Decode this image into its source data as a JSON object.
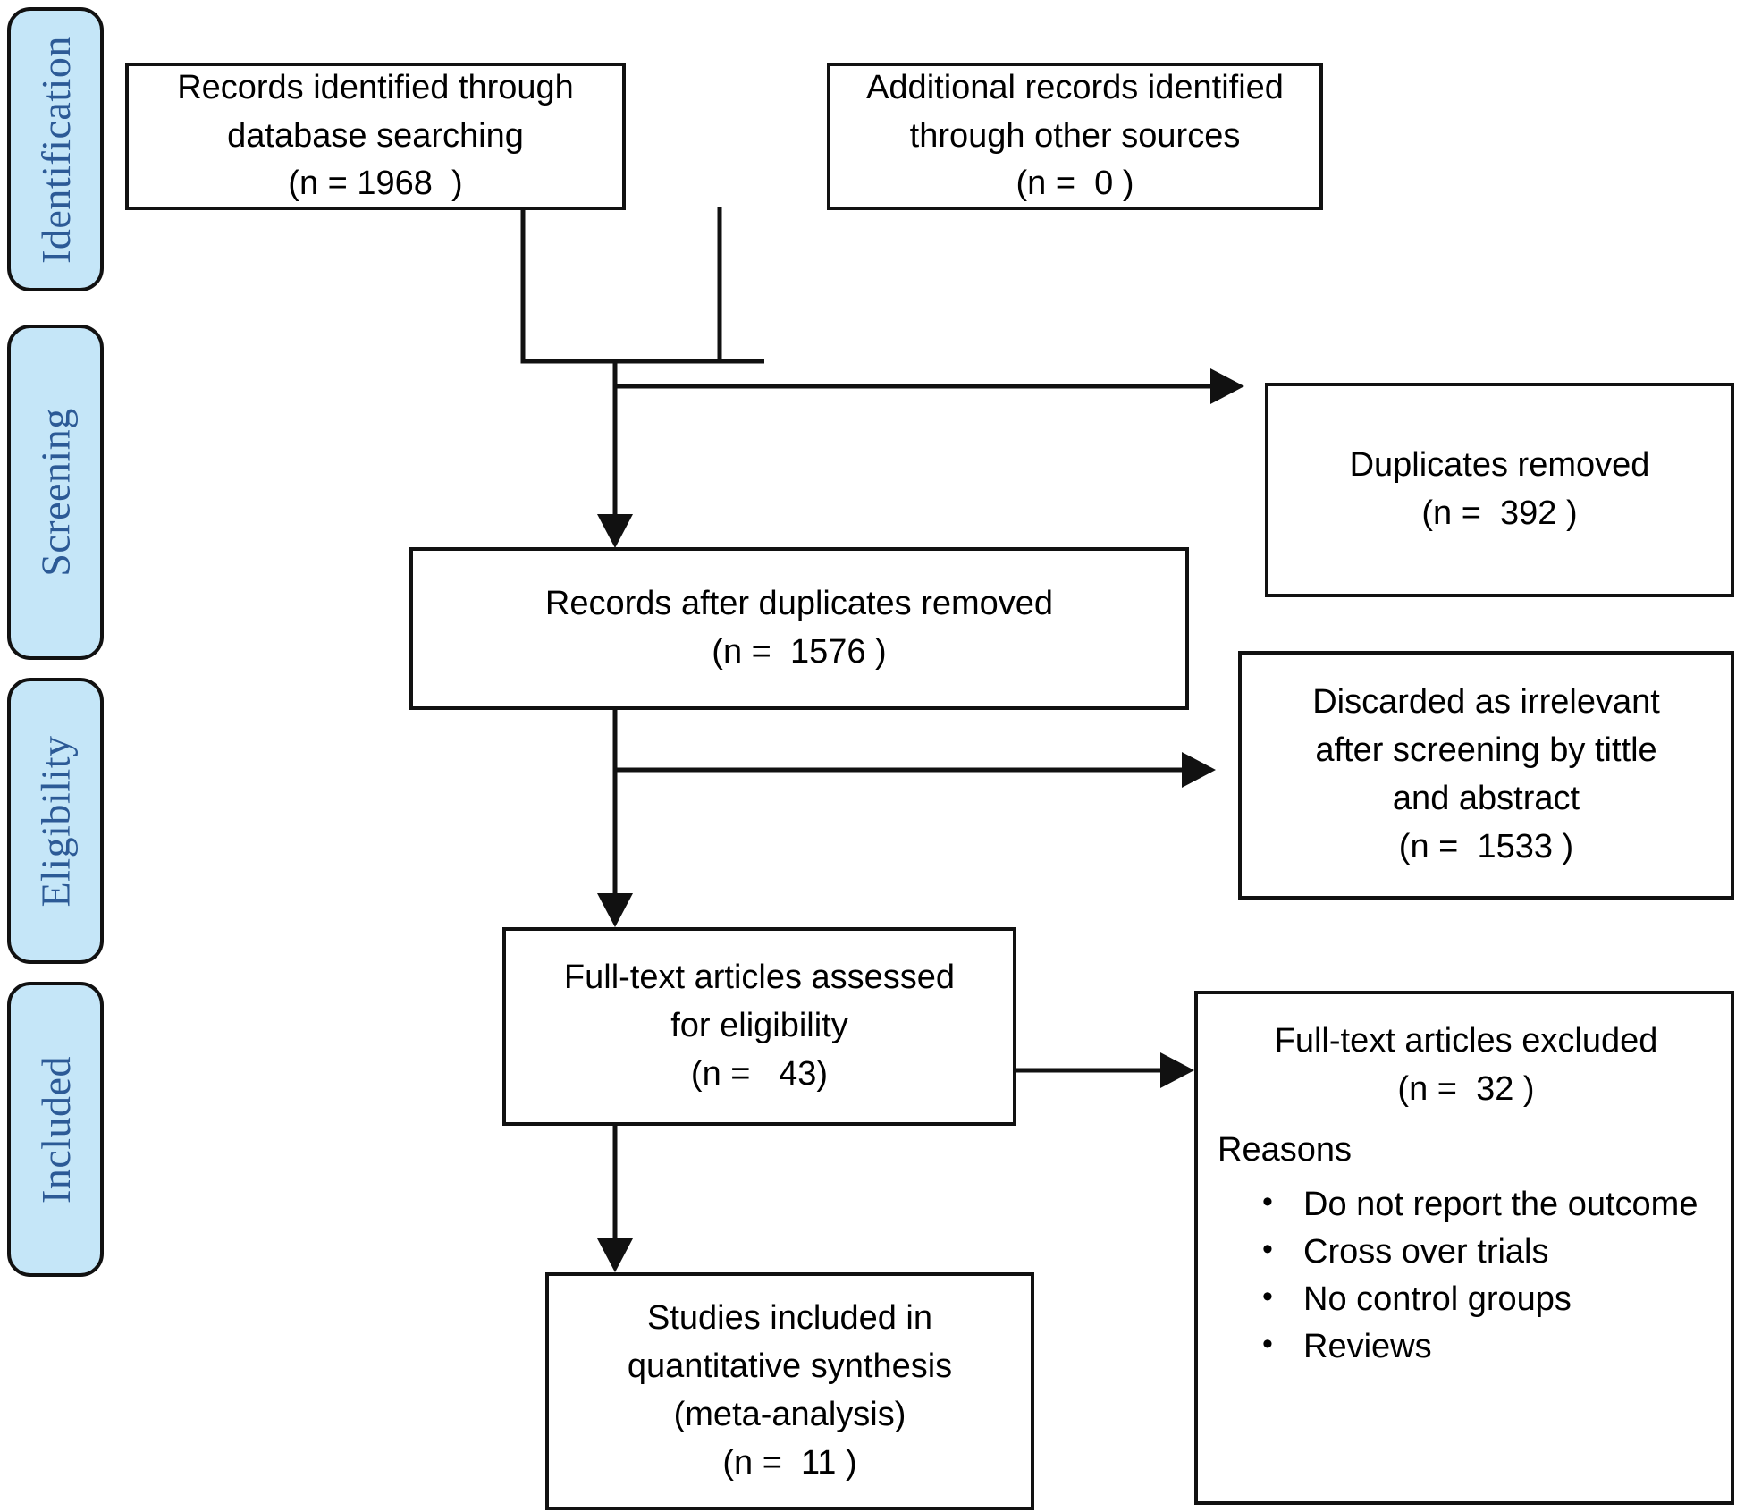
{
  "diagram": {
    "title": "PRISMA flow diagram",
    "accent_color": "#c5e6f8",
    "label_text_color": "#2c5a96",
    "line_color": "#111111"
  },
  "stages": [
    {
      "id": "identification",
      "label": "Identification"
    },
    {
      "id": "screening",
      "label": "Screening"
    },
    {
      "id": "eligibility",
      "label": "Eligibility"
    },
    {
      "id": "included",
      "label": "Included"
    }
  ],
  "boxes": {
    "database_search": {
      "line1": "Records identified through",
      "line2": "database searching",
      "line3": "(n = 1968  )",
      "count": 1968
    },
    "other_sources": {
      "line1": "Additional records identified",
      "line2": "through other sources",
      "line3": "(n =  0 )",
      "count": 0
    },
    "duplicates_removed": {
      "line1": "Duplicates removed",
      "line2": "(n =  392 )",
      "count": 392
    },
    "after_duplicates": {
      "line1": "Records after duplicates removed",
      "line2": "(n =  1576 )",
      "count": 1576
    },
    "discarded_irrelevant": {
      "line1": "Discarded as irrelevant",
      "line2": "after screening by tittle",
      "line3": "and abstract",
      "line4": "(n =  1533 )",
      "count": 1533
    },
    "fulltext_assessed": {
      "line1": "Full-text articles assessed",
      "line2": "for eligibility",
      "line3": "(n =   43)",
      "count": 43
    },
    "fulltext_excluded": {
      "line1": "Full-text articles excluded",
      "line2": "(n =  32 )",
      "count": 32,
      "reasons_heading": "Reasons",
      "reasons": [
        "Do not report the outcome",
        "Cross over trials",
        "No control groups",
        "Reviews"
      ]
    },
    "studies_included": {
      "line1": "Studies included in",
      "line2": "quantitative synthesis",
      "line3": "(meta-analysis)",
      "line4": "(n =  11 )",
      "count": 11
    }
  },
  "chart_data": {
    "type": "diagram",
    "title": "PRISMA flow diagram",
    "nodes": [
      {
        "id": "database_search",
        "stage": "Identification",
        "label": "Records identified through database searching",
        "n": 1968
      },
      {
        "id": "other_sources",
        "stage": "Identification",
        "label": "Additional records identified through other sources",
        "n": 0
      },
      {
        "id": "duplicates_removed",
        "stage": "Screening",
        "label": "Duplicates removed",
        "n": 392
      },
      {
        "id": "after_duplicates",
        "stage": "Screening",
        "label": "Records after duplicates removed",
        "n": 1576
      },
      {
        "id": "discarded_irrelevant",
        "stage": "Screening",
        "label": "Discarded as irrelevant after screening by tittle and abstract",
        "n": 1533
      },
      {
        "id": "fulltext_assessed",
        "stage": "Eligibility",
        "label": "Full-text articles assessed for eligibility",
        "n": 43
      },
      {
        "id": "fulltext_excluded",
        "stage": "Eligibility",
        "label": "Full-text articles excluded",
        "n": 32
      },
      {
        "id": "studies_included",
        "stage": "Included",
        "label": "Studies included in quantitative synthesis (meta-analysis)",
        "n": 11
      }
    ],
    "edges": [
      {
        "from": "database_search",
        "to": "after_duplicates"
      },
      {
        "from": "other_sources",
        "to": "after_duplicates"
      },
      {
        "from": "after_duplicates",
        "to": "duplicates_removed"
      },
      {
        "from": "after_duplicates",
        "to": "fulltext_assessed"
      },
      {
        "from": "fulltext_assessed",
        "to": "discarded_irrelevant"
      },
      {
        "from": "fulltext_assessed",
        "to": "fulltext_excluded"
      },
      {
        "from": "fulltext_assessed",
        "to": "studies_included"
      }
    ]
  }
}
